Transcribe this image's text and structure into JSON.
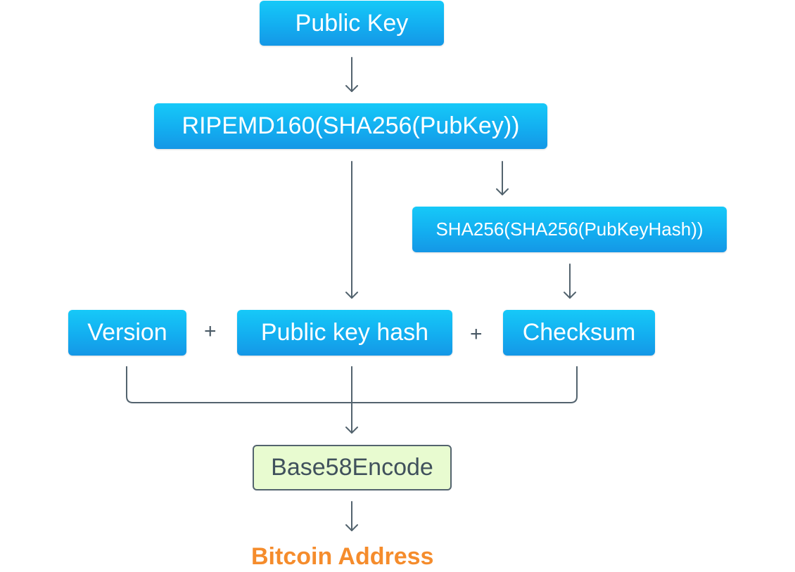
{
  "nodes": {
    "public_key": "Public Key",
    "ripemd": "RIPEMD160(SHA256(PubKey))",
    "double_sha": "SHA256(SHA256(PubKeyHash))",
    "version": "Version",
    "pubkey_hash": "Public key hash",
    "checksum": "Checksum",
    "base58": "Base58Encode",
    "result": "Bitcoin Address"
  },
  "operators": {
    "plus_1": "+",
    "plus_2": "+"
  },
  "colors": {
    "box_fill": "#13aef0",
    "encode_fill": "#e8fbd0",
    "connector": "#53636e",
    "result_text": "#f58c2c"
  }
}
